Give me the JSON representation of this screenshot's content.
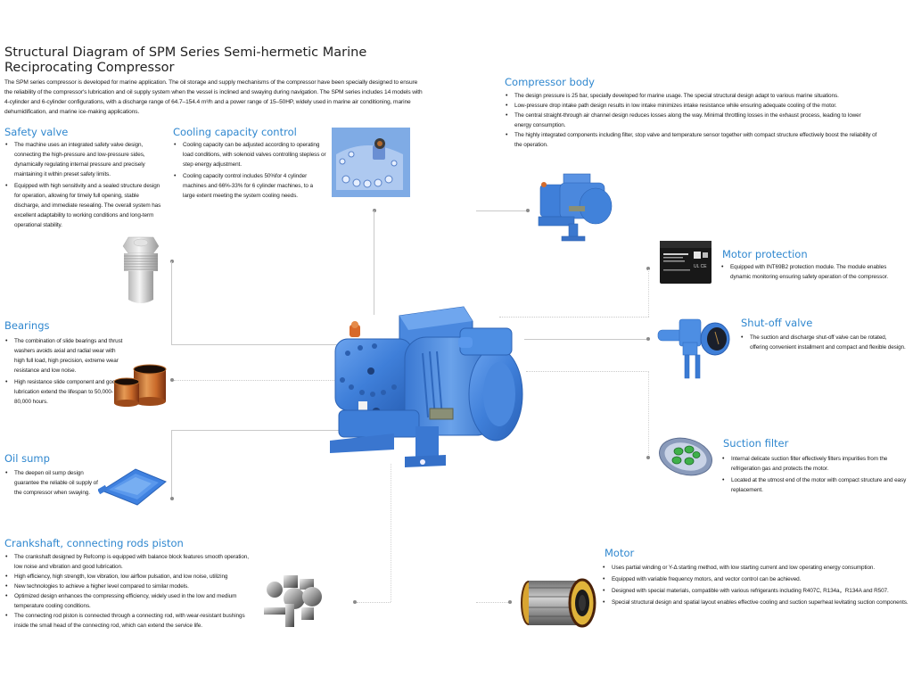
{
  "page": {
    "title": "Structural Diagram of SPM Series Semi-hermetic Marine Reciprocating Compressor",
    "intro": "The SPM series compressor is developed for marine application. The oil storage and supply mechanisms of the compressor have been specially designed to ensure the reliability of the compressor's lubrication and oil supply system when the vessel is inclined and swaying during navigation. The SPM series includes 14 models with 4-cylinder and 6-cylinder configurations, with a discharge range of 64.7–154.4 m³/h and a power range of 15–50HP, widely used in marine air conditioning, marine dehumidification, and marine ice-making applications."
  },
  "accent_color": "#2f87cf",
  "sections": {
    "safety_valve": {
      "title": "Safety valve",
      "bullets": [
        "The machine uses an integrated safety valve design, connecting the high-pressure and low-pressure sides, dynamically regulating internal pressure and precisely maintaining it within preset safety limits.",
        "Equipped with high sensitivity and a sealed structure design for operation, allowing for timely full opening, stable discharge, and immediate resealing. The overall system has excellent adaptability to working conditions and long-term operational stability."
      ]
    },
    "cooling_capacity": {
      "title": "Cooling capacity control",
      "bullets": [
        "Cooling capacity can be adjusted according to operating load conditions, with solenoid valves controlling stepless or step energy adjustment.",
        "Cooling capacity control includes  50%for 4 cylinder machines and 66%-33% for 6 cylinder machines, to a large extent meeting the system cooling needs."
      ]
    },
    "compressor_body": {
      "title": "Compressor body",
      "bullets": [
        "The design pressure is 25 bar, specially developed for marine usage. The special structural design adapt to various marine situations.",
        "Low-pressure drop intake path design results in low intake minimizes intake resistance while ensuring adequate cooling of the motor.",
        "The central straight-through air channel design reduces losses along the way. Minimal throttling losses in the exhaust process, leading to lower energy consumption.",
        "The highly integrated components including filter, stop valve and temperature sensor together with compact structure effectively boost the reliability of the operation."
      ]
    },
    "motor_protection": {
      "title": "Motor protection",
      "bullets": [
        "Equipped with INT69B2 protection module. The module enables dynamic monitoring ensuring safety operation of the compressor."
      ]
    },
    "shutoff_valve": {
      "title": "Shut-off valve",
      "bullets": [
        "The suction and discharge shut-off valve can be rotated, offering convenient installment and compact and flexible design."
      ]
    },
    "bearings": {
      "title": "Bearings",
      "bullets": [
        "The combination of slide bearings and thrust washers avoids axial and radial wear with high full load, high precision, extreme wear resistance and low noise.",
        "High resistance slide component and good lubrication extend the lifespan to 50,000-80,000 hours."
      ]
    },
    "oil_sump": {
      "title": "Oil sump",
      "bullets": [
        "The deepen oil sump design guarantee the reliable oil supply of the compressor when swaying."
      ]
    },
    "suction_filter": {
      "title": "Suction filter",
      "bullets": [
        "Internal delicate suction filter effectively filters impurities from the refrigeration gas and protects the motor.",
        "Located at the utmost end of the motor with compact structure and easy replacement."
      ]
    },
    "crankshaft": {
      "title": "Crankshaft, connecting rods piston",
      "bullets": [
        "The crankshaft designed by Refcomp is equipped with balance block features smooth operation, low noise and vibration and good lubrication.",
        "High efficiency, high strength, low vibration, low airflow pulsation, and low noise, utilizing",
        "New technologies to achieve a higher level compared to similar models.",
        "Optimized design enhances the compressing efficiency, widely used in the low and medium temperature cooling conditions.",
        "The connecting rod piston is connected through a connecting rod, with wear-resistant bushings inside the small head of the connecting rod, which can extend the service life."
      ]
    },
    "motor": {
      "title": "Motor",
      "bullets": [
        "Uses partial winding or Y-Δ starting method, with low starting current and low operating energy consumption.",
        "Equipped with variable frequency motors, and vector control can be achieved.",
        "Designed with special materials, compatible with various refrigerants including R407C, R134a，R134A and R507.",
        "Special structural design and spatial layout enables effective cooling and suction superheat levitating suction components."
      ]
    }
  }
}
